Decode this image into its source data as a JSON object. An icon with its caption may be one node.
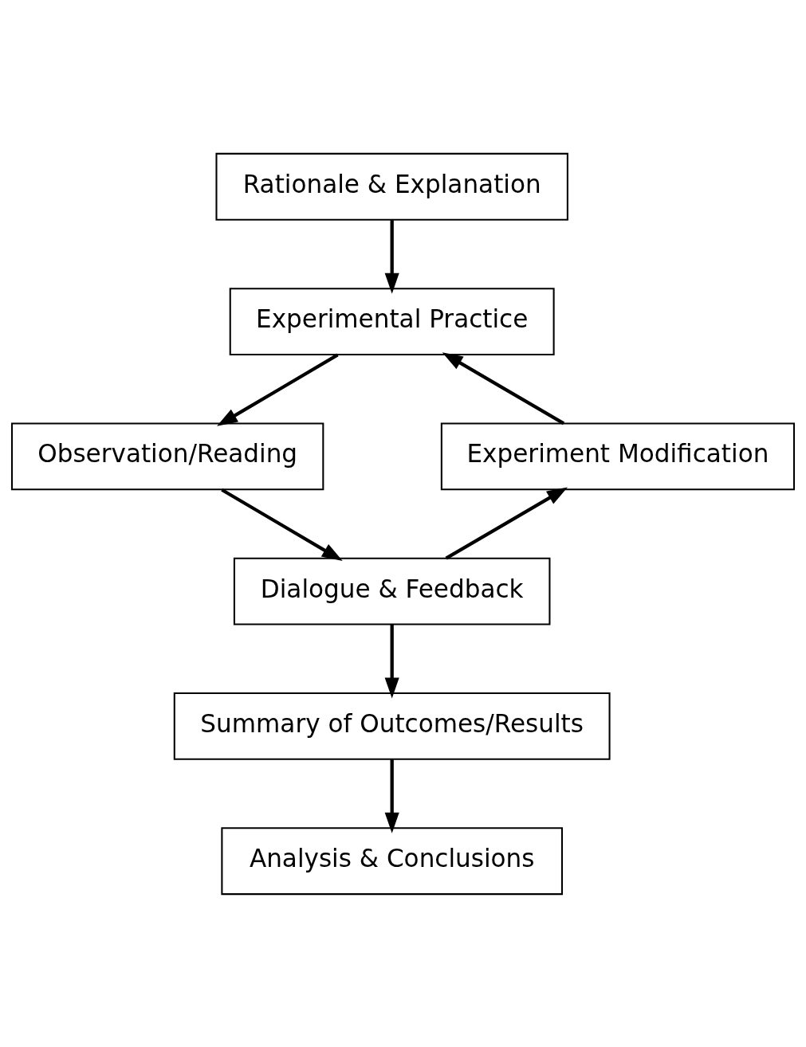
{
  "diagram": {
    "nodes": [
      {
        "text": [
          "Rationale & Explanation"
        ]
      },
      {
        "text": [
          "Experimental Practice"
        ]
      },
      {
        "text": [
          "Observation/Reading"
        ]
      },
      {
        "text": [
          "Dialogue & Feedback"
        ]
      },
      {
        "text": [
          "Experiment Modification"
        ]
      },
      {
        "text": [
          "Summary of Outcomes/Results"
        ]
      },
      {
        "text": [
          "Analysis & Conclusions"
        ]
      }
    ],
    "edges": [
      {
        "from": 0,
        "to": 1,
        "arrow": "to"
      },
      {
        "from": 1,
        "to": 2,
        "arrow": "to"
      },
      {
        "from": 2,
        "to": 3,
        "arrow": "to"
      },
      {
        "from": 3,
        "to": 4,
        "arrow": "to"
      },
      {
        "from": 4,
        "to": 1,
        "arrow": "to"
      },
      {
        "from": 3,
        "to": 5,
        "arrow": "to"
      },
      {
        "from": 5,
        "to": 6,
        "arrow": "to"
      }
    ]
  }
}
